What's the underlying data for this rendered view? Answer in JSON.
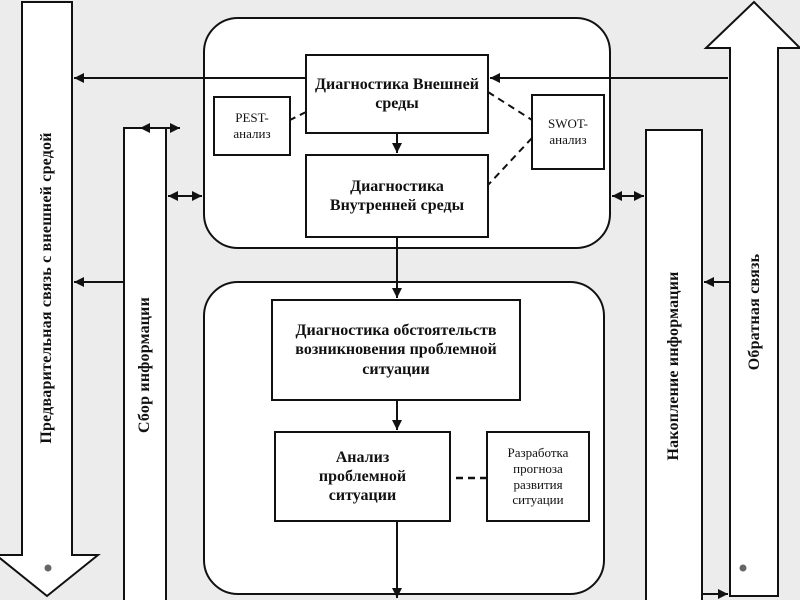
{
  "boxes": {
    "external": "Диагностика Внешней среды",
    "internal": "Диагностика Внутренней среды",
    "circumstances": "Диагностика обстоятельств возникновения проблемной ситуации",
    "analysis": "Анализ проблемной ситуации",
    "pest": "PEST-анализ",
    "swot": "SWOT-анализ",
    "forecast": "Разработка прогноза развития ситуации"
  },
  "columns": {
    "preliminary": "Предварительная связь с внешней средой",
    "collection": "Сбор информации",
    "accumulation": "Накопление информации",
    "feedback": "Обратная связь"
  },
  "colors": {
    "line": "#111111",
    "fill": "#ffffff",
    "background": "#ececec"
  }
}
